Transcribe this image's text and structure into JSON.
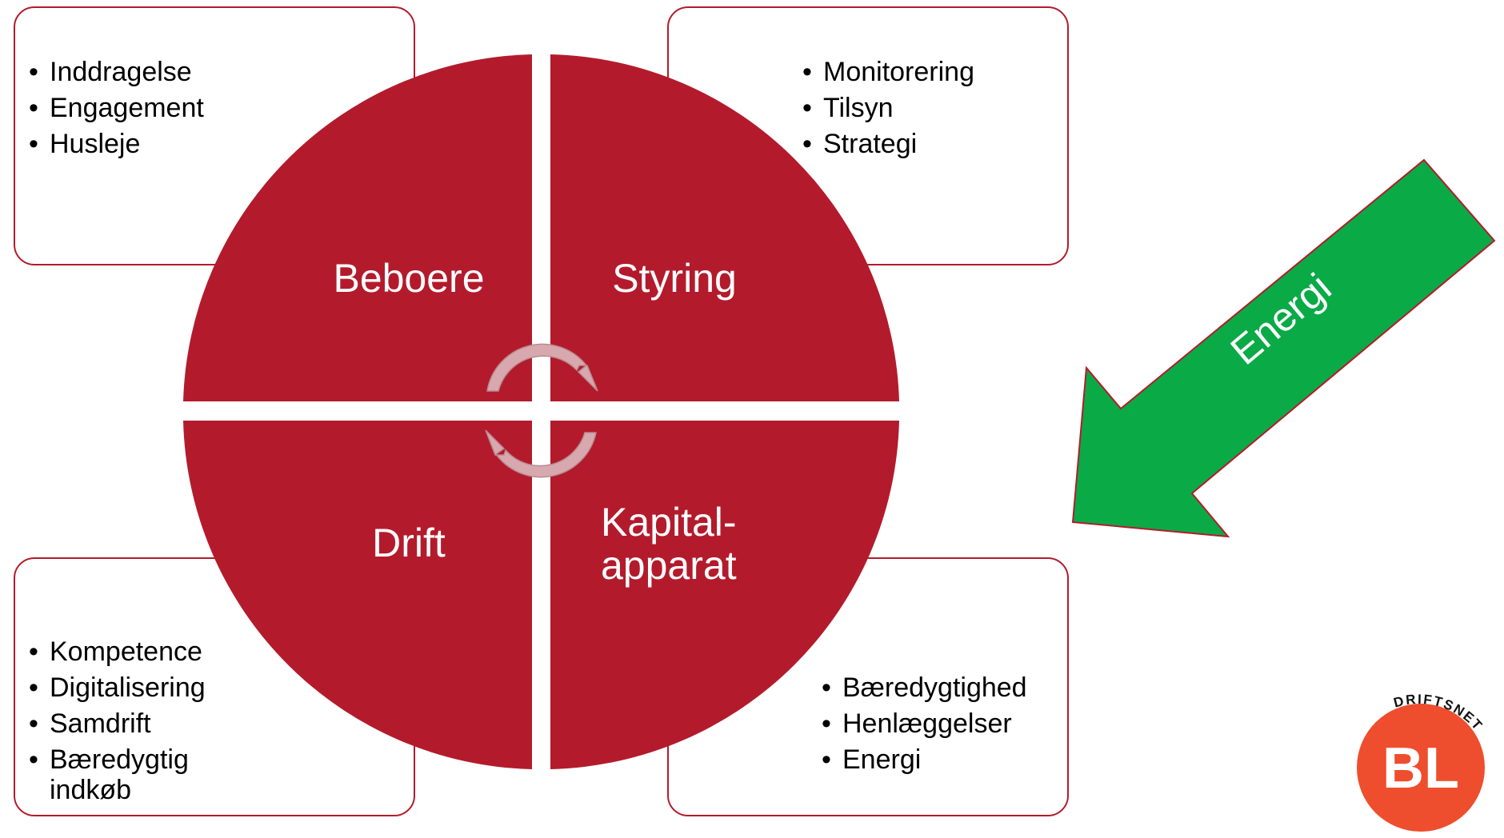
{
  "colors": {
    "segment": "#B31B2C",
    "card_border": "#B31B2C",
    "cycle_arrow": "#D7A9AE",
    "energy_arrow": "#0AAA46",
    "logo_circle": "#EE4E2E"
  },
  "segments": {
    "top_left": "Beboere",
    "top_right": "Styring",
    "bottom_left": "Drift",
    "bottom_right_line1": "Kapital-",
    "bottom_right_line2": "apparat"
  },
  "cards": {
    "top_left": [
      "Inddragelse",
      "Engagement",
      "Husleje"
    ],
    "top_right": [
      "Monitorering",
      "Tilsyn",
      "Strategi"
    ],
    "bottom_left": [
      "Kompetence",
      "Digitalisering",
      "Samdrift",
      "Bæredygtig indkøb"
    ],
    "bottom_right": [
      "Bæredygtighed",
      "Henlæggelser",
      "Energi"
    ]
  },
  "energy_arrow": {
    "label": "Energi",
    "icon": "arrow-down-left-icon"
  },
  "cycle_icon": "refresh-cycle-icon",
  "logo": {
    "letters": "BL",
    "arc_text": "DRIFTSNET"
  }
}
